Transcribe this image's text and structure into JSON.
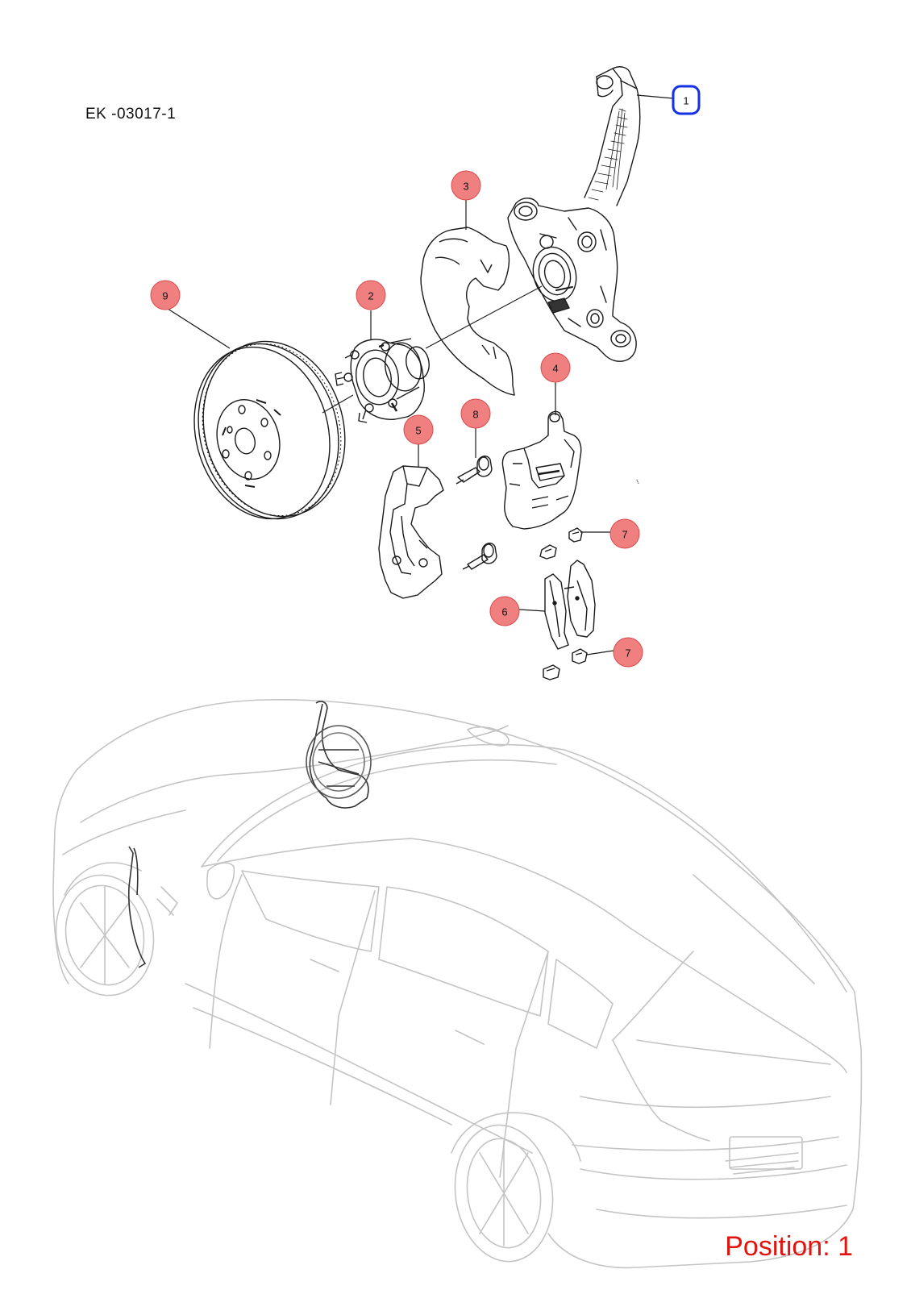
{
  "diagram": {
    "code": "EK  -03017-1",
    "position_label": "Position: 1"
  },
  "callouts": [
    {
      "id": "c1",
      "label": "1",
      "selected": true
    },
    {
      "id": "c2",
      "label": "2",
      "selected": false
    },
    {
      "id": "c3",
      "label": "3",
      "selected": false
    },
    {
      "id": "c4",
      "label": "4",
      "selected": false
    },
    {
      "id": "c5",
      "label": "5",
      "selected": false
    },
    {
      "id": "c6",
      "label": "6",
      "selected": false
    },
    {
      "id": "c7a",
      "label": "7",
      "selected": false
    },
    {
      "id": "c7b",
      "label": "7",
      "selected": false
    },
    {
      "id": "c8",
      "label": "8",
      "selected": false
    },
    {
      "id": "c9",
      "label": "9",
      "selected": false
    }
  ],
  "colors": {
    "callout_fill": "#f08080",
    "callout_stroke": "#d94a4a",
    "selected_stroke": "#1430e6",
    "position_text": "#e3140d",
    "car_outline": "#c8c8c8",
    "part_line": "#1a1a1a"
  }
}
